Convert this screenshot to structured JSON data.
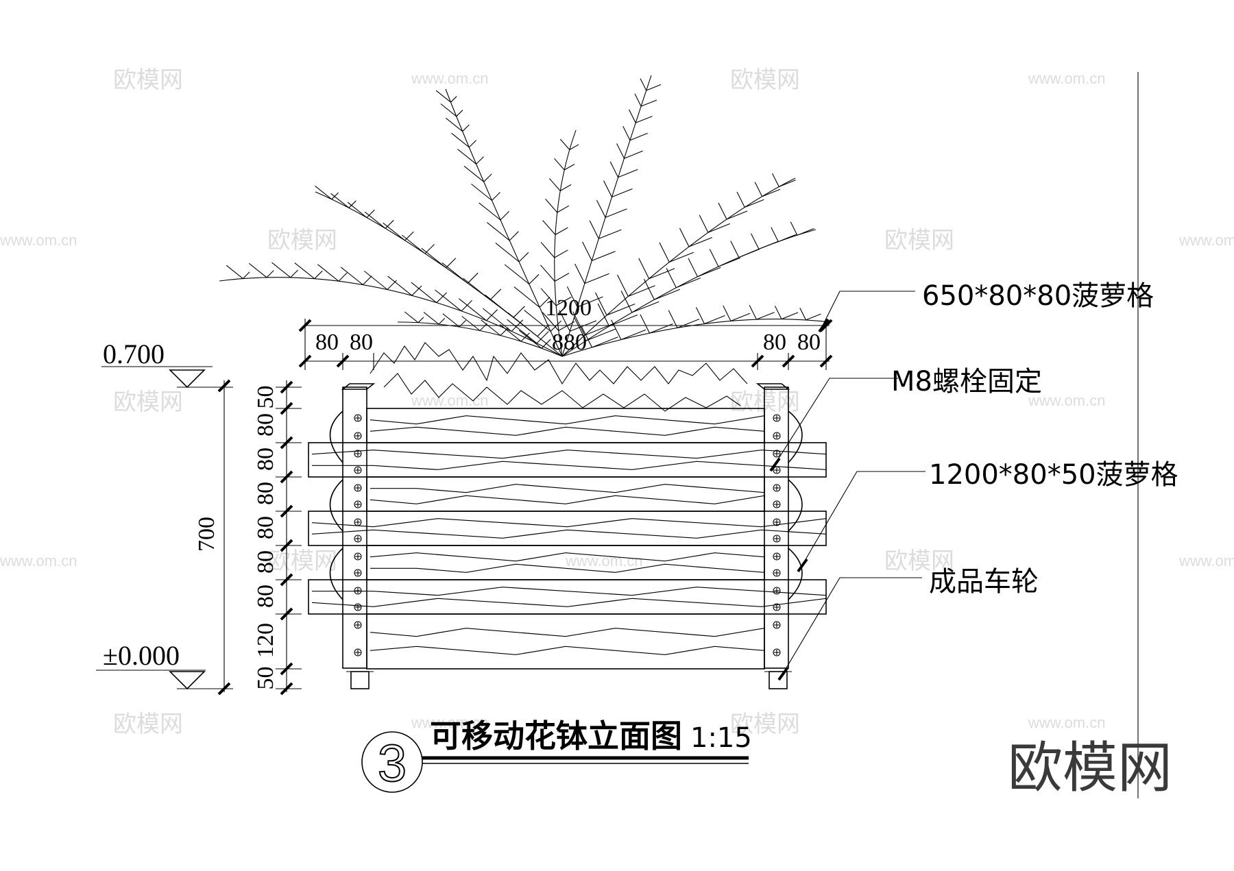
{
  "drawing": {
    "title": "可移动花钵立面图",
    "scale": "1:15",
    "detail_number": "3",
    "elevations": {
      "top": "0.700",
      "ground": "±0.000"
    },
    "dimensions": {
      "overall_height": "700",
      "overall_width": "1200",
      "inner_width": "880",
      "left_post_1": "80",
      "left_post_2": "80",
      "right_post_1": "80",
      "right_post_2": "80",
      "vertical": [
        "50",
        "80",
        "80",
        "80",
        "80",
        "80",
        "80",
        "120",
        "50"
      ]
    },
    "callouts": {
      "top_post": "650*80*80菠萝格",
      "bolt": "M8螺栓固定",
      "plank": "1200*80*50菠萝格",
      "wheel": "成品车轮"
    }
  },
  "watermarks": {
    "brand": "欧模网",
    "url": "www.om.cn"
  }
}
